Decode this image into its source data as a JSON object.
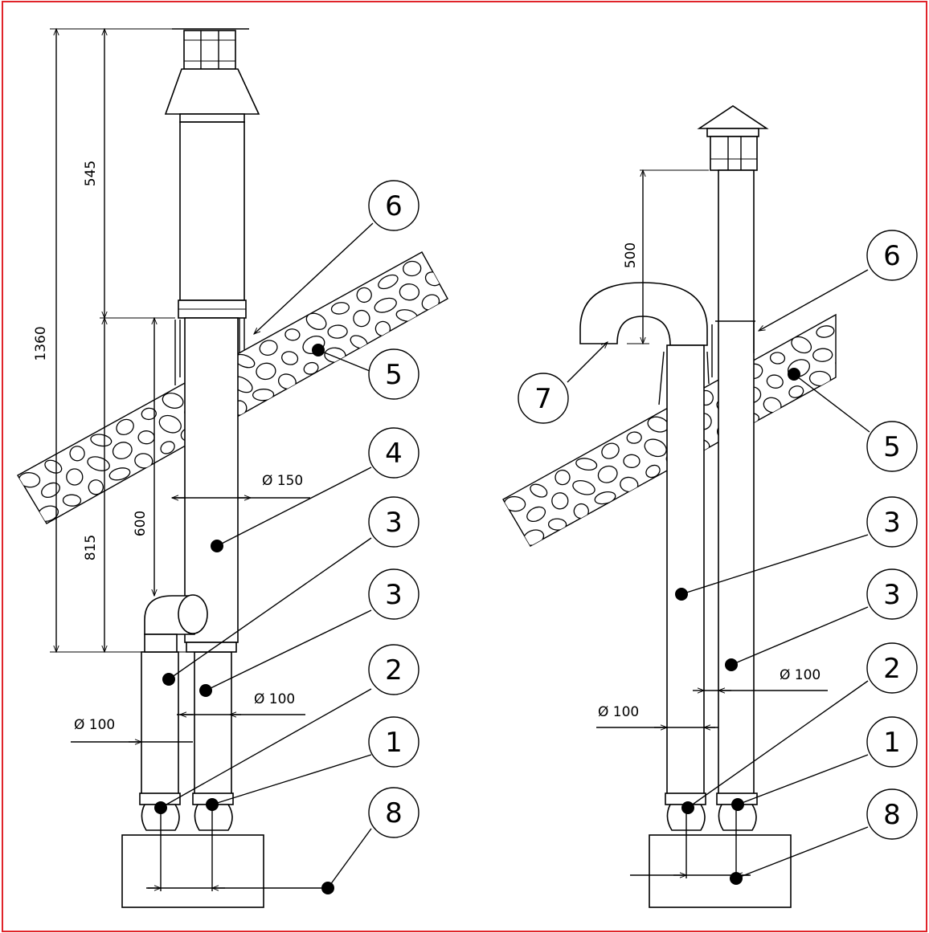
{
  "colors": {
    "frame": "#e0242a",
    "ink": "#000000",
    "background": "#ffffff"
  },
  "left_view": {
    "dimensions": {
      "total_height": "1360",
      "top_section": "545",
      "bottom_section": "815",
      "inner_height": "600",
      "outer_diameter": "Ø 150",
      "pipe_diameter_right": "Ø 100",
      "pipe_diameter_left": "Ø 100"
    },
    "callouts": [
      "6",
      "5",
      "4",
      "3",
      "3",
      "2",
      "1",
      "8"
    ]
  },
  "right_view": {
    "dimensions": {
      "offset_height": "500",
      "pipe_diameter_right": "Ø 100",
      "pipe_diameter_left": "Ø 100"
    },
    "callouts": [
      "6",
      "7",
      "5",
      "3",
      "3",
      "2",
      "1",
      "8"
    ]
  }
}
